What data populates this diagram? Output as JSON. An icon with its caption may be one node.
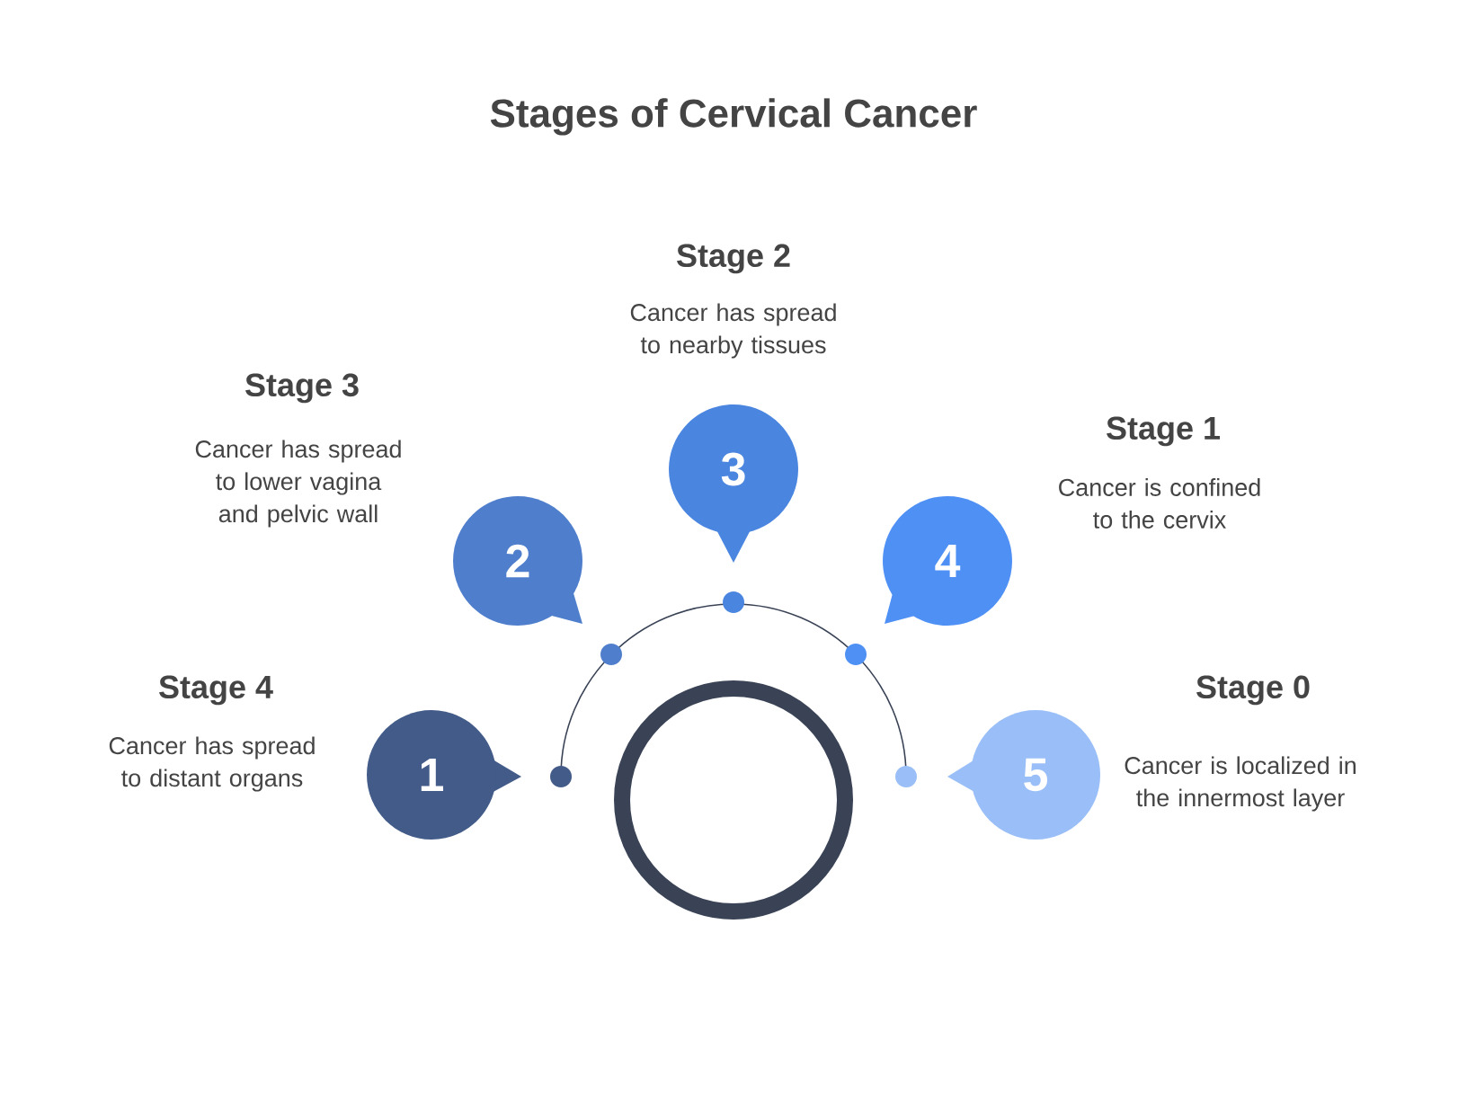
{
  "diagram": {
    "title": "Stages of Cervical Cancer",
    "nodes": [
      {
        "text": [
          "1"
        ],
        "beside": [
          "Stage 4",
          "Cancer has spread to distant organs"
        ]
      },
      {
        "text": [
          "2"
        ],
        "beside": [
          "Stage 3",
          "Cancer has spread to lower vagina and pelvic wall"
        ]
      },
      {
        "text": [
          "3"
        ],
        "beside": [
          "Stage 2",
          "Cancer has spread to nearby tissues"
        ]
      },
      {
        "text": [
          "4"
        ],
        "beside": [
          "Stage 1",
          "Cancer is confined to the cervix"
        ]
      },
      {
        "text": [
          "5"
        ],
        "beside": [
          "Stage 0",
          "Cancer is localized in the innermost layer"
        ]
      },
      {
        "text": [],
        "shape": "circle"
      }
    ],
    "edges": []
  }
}
